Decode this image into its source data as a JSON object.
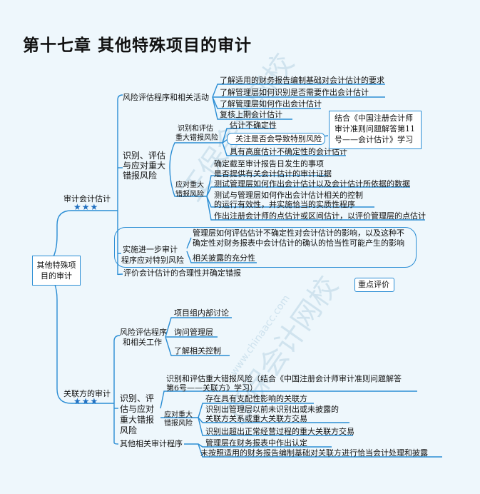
{
  "title": "第十七章    其他特殊项目的审计",
  "watermark": {
    "text": "正保会计网校",
    "url": "www.chinaacc.com"
  },
  "colors": {
    "line": "#2a8dd4",
    "star": "#1f6fc0",
    "background": "#eef7fc"
  },
  "root": "其他特殊项目的审计",
  "sections": {
    "estimate": {
      "label": "审计会计估计",
      "stars": "★★★",
      "risk_assessment": {
        "label": "风险评估程序和相关活动",
        "items": [
          "了解适用的财务报告编制基础对会计估计的要求",
          "了解管理层如何识别是否需要作出会计估计",
          "了解管理层如何作出会计估计",
          "复核上期会计估计"
        ]
      },
      "identify": {
        "label_lines": [
          "识别、评估",
          "与应对重大",
          "错报风险"
        ],
        "identify_branch": {
          "label_lines": [
            "识别和评估",
            "重大错报风险"
          ],
          "items": [
            "估计不确定性",
            "关注是否会导致特别风险",
            "具有高度估计不确定性的会计估计"
          ]
        },
        "response_branch": {
          "label_lines": [
            "应对重大",
            "错报风险"
          ],
          "items": [
            "确定截至审计报告日发生的事项",
            "是否提供有关会计估计的审计证据",
            "测试管理层如何作出会计估计以及会计估计所依据的数据",
            "测试与管理层如何作出会计估计相关的控制",
            "的运行有效性，并实施恰当的实质性程序",
            "作出注册会计师的点估计或区间估计，以评价管理层的点估计"
          ]
        },
        "note_lines": [
          "结合《中国注册会计师",
          "审计准则问题解答第11",
          "号——会计估计》学习"
        ]
      },
      "further": {
        "label_lines": [
          "实施进一步审计",
          "程序应对特别风险"
        ],
        "items": [
          "管理层如何评估估计不确定性对会计估计的影响，以及这种不",
          "确定性对财务报表中会计估计的确认的恰当性可能产生的影响",
          "相关披露的充分性"
        ]
      },
      "evaluate": "评价会计估计的合理性并确定错报",
      "key_label": "重点评价"
    },
    "related": {
      "label": "关联方的审计",
      "stars": "★★★",
      "risk_assessment": {
        "label_lines": [
          "风险评估程序",
          "和相关工作"
        ],
        "items": [
          "项目组内部讨论",
          "询问管理层",
          "了解相关控制"
        ]
      },
      "identify": {
        "label_lines": [
          "识别、评",
          "估与应对",
          "重大错报",
          "风险"
        ],
        "top_lines": [
          "识别和评估重大错报风险（结合《中国注册会计师审计准则问题解答",
          "第6号——关联方》学习）"
        ],
        "response_label_lines": [
          "应对重大",
          "错报风险"
        ],
        "items": [
          "存在具有支配性影响的关联方",
          "识别出管理层以前未识别出或未披露的",
          "关联方关系或重大关联方交易",
          "识别出超出正常经营过程的重大关联方交易"
        ]
      },
      "other": {
        "label": "其他相关审计程序",
        "items": [
          "管理层在财务报表中作出认定",
          "未按照适用的财务报告编制基础对关联方进行恰当会计处理和披露"
        ]
      }
    }
  }
}
